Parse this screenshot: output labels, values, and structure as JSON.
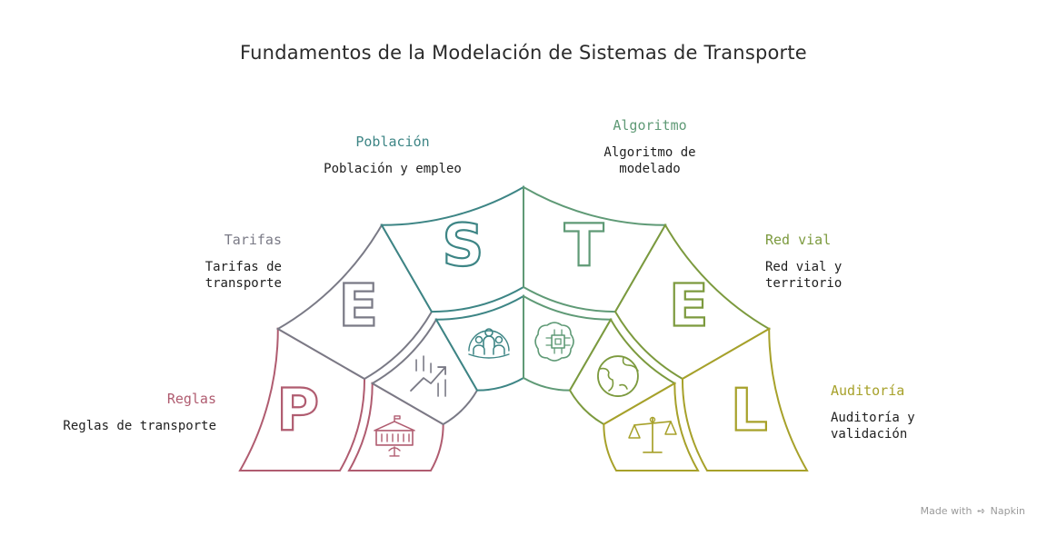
{
  "title": "Fundamentos de la Modelación de Sistemas de Transporte",
  "colors": {
    "reglas": "#b05c70",
    "tarifas": "#7a7a86",
    "poblacion": "#3d8585",
    "algoritmo": "#5f9a76",
    "redvial": "#7c9a3e",
    "auditoria": "#a7a12a"
  },
  "segments": [
    {
      "key": "reglas",
      "letter": "P",
      "heading": "Reglas",
      "description": "Reglas de transporte",
      "icon": "government-building-icon"
    },
    {
      "key": "tarifas",
      "letter": "E",
      "heading": "Tarifas",
      "description": "Tarifas de\ntransporte",
      "icon": "growth-chart-icon"
    },
    {
      "key": "poblacion",
      "letter": "S",
      "heading": "Población",
      "description": "Población y empleo",
      "icon": "people-group-icon"
    },
    {
      "key": "algoritmo",
      "letter": "T",
      "heading": "Algoritmo",
      "description": "Algoritmo de\nmodelado",
      "icon": "processor-chip-icon"
    },
    {
      "key": "redvial",
      "letter": "E",
      "heading": "Red vial",
      "description": "Red vial y\nterritorio",
      "icon": "globe-icon"
    },
    {
      "key": "auditoria",
      "letter": "L",
      "heading": "Auditoría",
      "description": "Auditoría y\nvalidación",
      "icon": "balance-scale-icon"
    }
  ],
  "credit": {
    "made_with": "Made with",
    "brand": "Napkin"
  }
}
